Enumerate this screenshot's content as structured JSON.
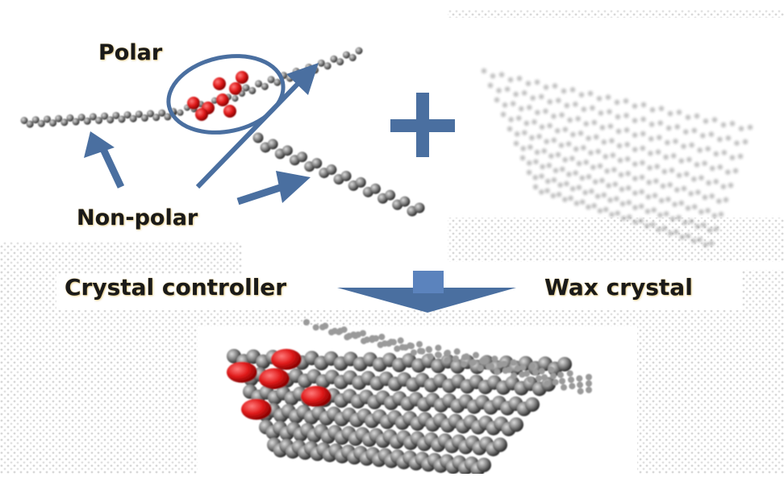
{
  "labels": {
    "polar": "Polar",
    "non_polar": "Non-polar",
    "crystal_controller": "Crystal controller",
    "wax_crystal": "Wax crystal"
  },
  "colors": {
    "arrow": "#4a6fa0",
    "polar_head": "#e01a1a",
    "chain": "#555555",
    "label_glow": "#caa23a"
  }
}
